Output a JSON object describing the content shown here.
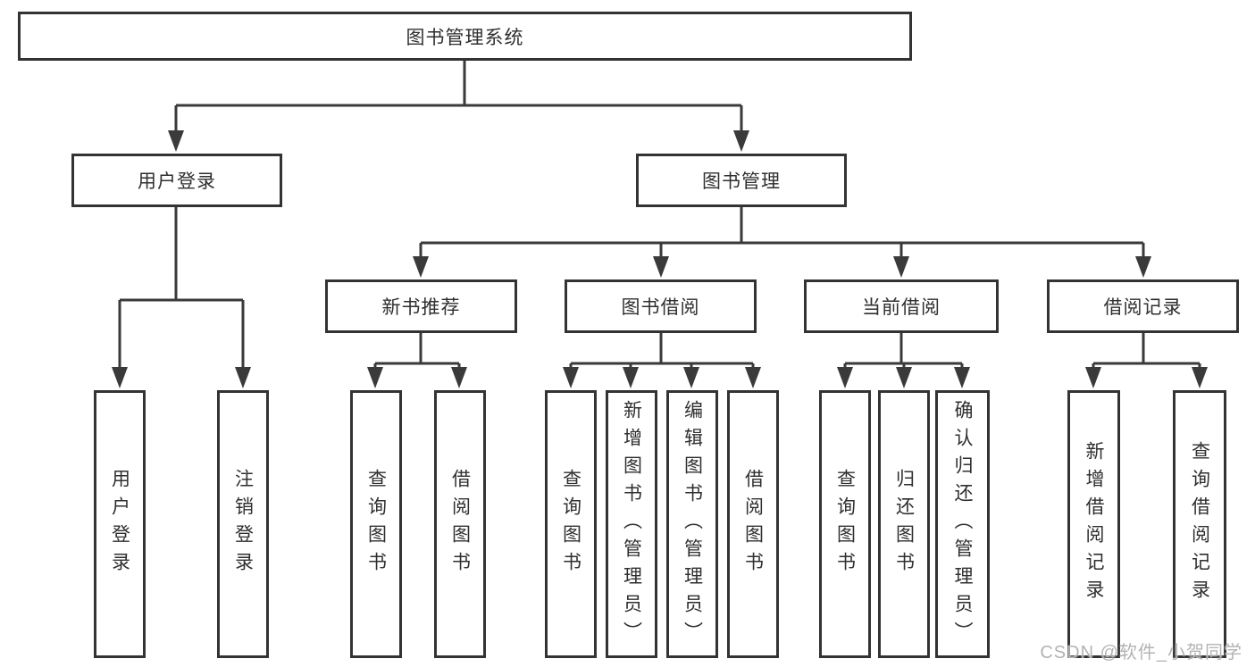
{
  "colors": {
    "line": "#3a3a3a",
    "border": "#333333",
    "text": "#2f2f2f",
    "watermark": "#b3b3b3",
    "bg": "#ffffff"
  },
  "diagram": {
    "type": "tree",
    "root": "图书管理系统",
    "level2": {
      "user_login": "用户登录",
      "book_management": "图书管理"
    },
    "level3": {
      "new_book": "新书推荐",
      "book_borrow": "图书借阅",
      "current_borrow": "当前借阅",
      "borrow_record": "借阅记录"
    },
    "leaves": {
      "user_login": [
        "用户登录",
        "注销登录"
      ],
      "new_book": [
        "查询图书",
        "借阅图书"
      ],
      "book_borrow": [
        "查询图书",
        "新增图书（管理员）",
        "编辑图书（管理员）",
        "借阅图书"
      ],
      "current_borrow": [
        "查询图书",
        "归还图书",
        "确认归还（管理员）"
      ],
      "borrow_record": [
        "新增借阅记录",
        "查询借阅记录"
      ]
    }
  },
  "watermark": "CSDN @软件_小贺同学"
}
